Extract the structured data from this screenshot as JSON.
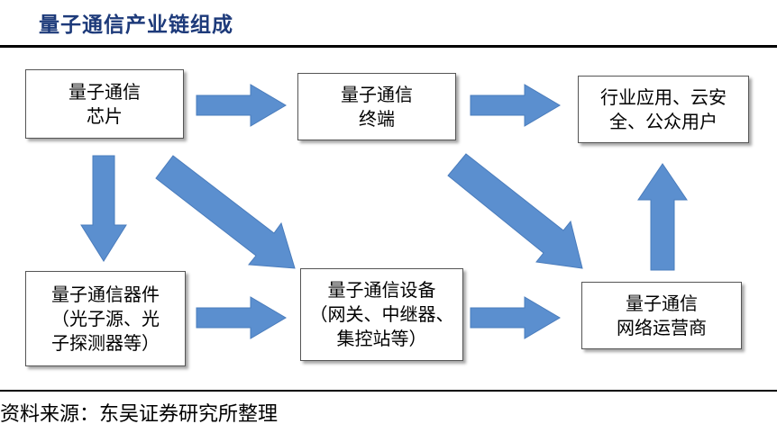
{
  "title": "量子通信产业链组成",
  "source": "资料来源：东吴证券研究所整理",
  "nodes": {
    "chip": {
      "lines": [
        "量子通信",
        "芯片"
      ]
    },
    "terminal": {
      "lines": [
        "量子通信",
        "终端"
      ]
    },
    "users": {
      "lines": [
        "行业应用、云安",
        "全、公众用户"
      ]
    },
    "components": {
      "lines": [
        "量子通信器件",
        "（光子源、光",
        "子探测器等）"
      ]
    },
    "equipment": {
      "lines": [
        "量子通信设备",
        "（网关、中继器、",
        "集控站等）"
      ]
    },
    "operator": {
      "lines": [
        "量子通信",
        "网络运营商"
      ]
    }
  },
  "edges": [
    {
      "from": "chip",
      "to": "terminal"
    },
    {
      "from": "terminal",
      "to": "users"
    },
    {
      "from": "chip",
      "to": "components"
    },
    {
      "from": "chip",
      "to": "equipment"
    },
    {
      "from": "components",
      "to": "equipment"
    },
    {
      "from": "equipment",
      "to": "operator"
    },
    {
      "from": "terminal",
      "to": "operator"
    },
    {
      "from": "operator",
      "to": "users"
    }
  ],
  "colors": {
    "arrow": "#5b8fcf",
    "arrow_edge": "#4a7cbc",
    "title": "#1d3a7a"
  }
}
